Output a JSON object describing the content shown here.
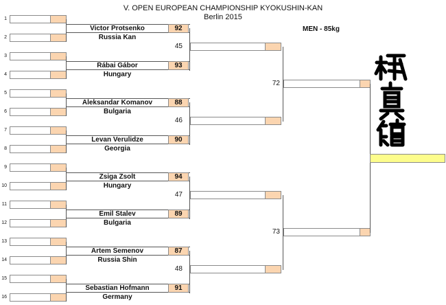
{
  "header": {
    "title": "V. OPEN EUROPEAN CHAMPIONSHIP KYOKUSHIN-KAN",
    "subtitle": "Berlin 2015",
    "category": "MEN - 85kg"
  },
  "colors": {
    "box": "#fbd5b0",
    "final": "#fdfd8c",
    "line": "#555555"
  },
  "slots": [
    "1",
    "2",
    "3",
    "4",
    "5",
    "6",
    "7",
    "8",
    "9",
    "10",
    "11",
    "12",
    "13",
    "14",
    "15",
    "16"
  ],
  "pairs": [
    {
      "name": "Victor Protsenko",
      "country": "Russia Kan",
      "seed": "92"
    },
    {
      "name": "Rábai Gábor",
      "country": "Hungary",
      "seed": "93"
    },
    {
      "name": "Aleksandar Komanov",
      "country": "Bulgaria",
      "seed": "88"
    },
    {
      "name": "Levan Verulidze",
      "country": "Georgia",
      "seed": "90"
    },
    {
      "name": "Zsiga Zsolt",
      "country": "Hungary",
      "seed": "94"
    },
    {
      "name": "Emil Stalev",
      "country": "Bulgaria",
      "seed": "89"
    },
    {
      "name": "Artem  Semenov",
      "country": "Russia Shin",
      "seed": "87"
    },
    {
      "name": "Sebastian Hofmann",
      "country": "Germany",
      "seed": "91"
    }
  ],
  "quarter_matches": [
    "45",
    "46",
    "47",
    "48"
  ],
  "semi_matches": [
    "72",
    "73"
  ],
  "logo": {
    "icon": "kyokushin-kanji-icon",
    "text": "極真館"
  }
}
